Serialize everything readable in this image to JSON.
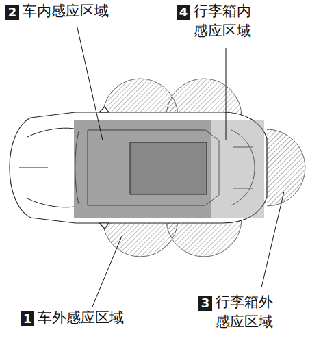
{
  "diagram": {
    "labels": [
      "2",
      "车内感应区域",
      "4",
      "行李箱内 感应区域",
      "1",
      "车外感应区域",
      "3",
      "行李箱外 感应区域"
    ]
  }
}
